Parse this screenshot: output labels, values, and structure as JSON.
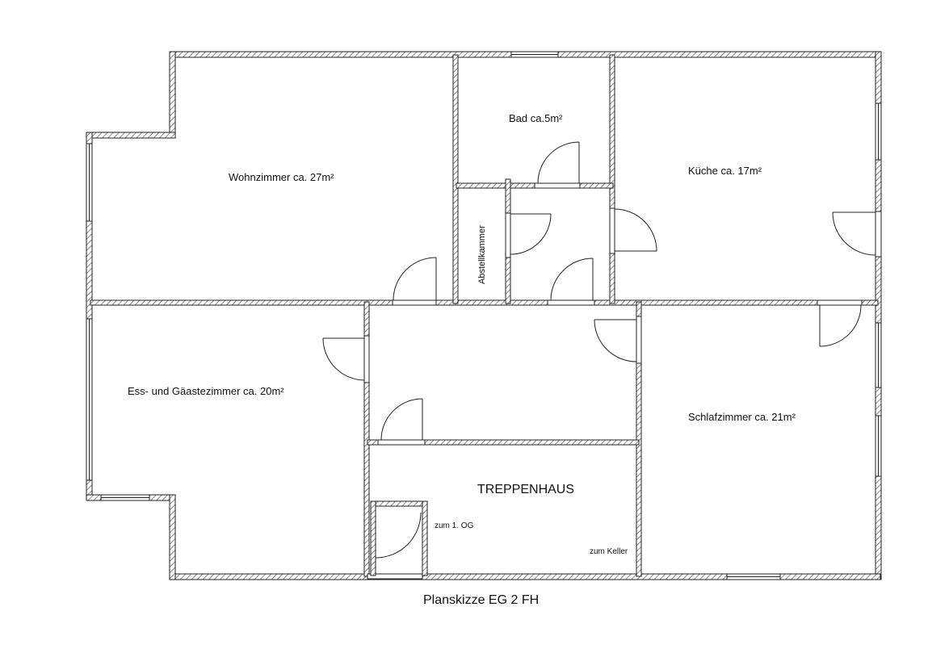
{
  "rooms": {
    "wohnzimmer": "Wohnzimmer ca. 27m²",
    "bad": "Bad ca.5m²",
    "kueche": "Küche ca. 17m²",
    "abstellkammer": "Abstellkammer",
    "esszimmer": "Ess- und Gäastezimmer ca. 20m²",
    "schlafzimmer": "Schlafzimmer ca. 21m²",
    "treppenhaus": "TREPPENHAUS"
  },
  "stairs": {
    "og": "zum 1. OG",
    "keller": "zum Keller"
  },
  "caption": "Planskizze EG 2 FH"
}
